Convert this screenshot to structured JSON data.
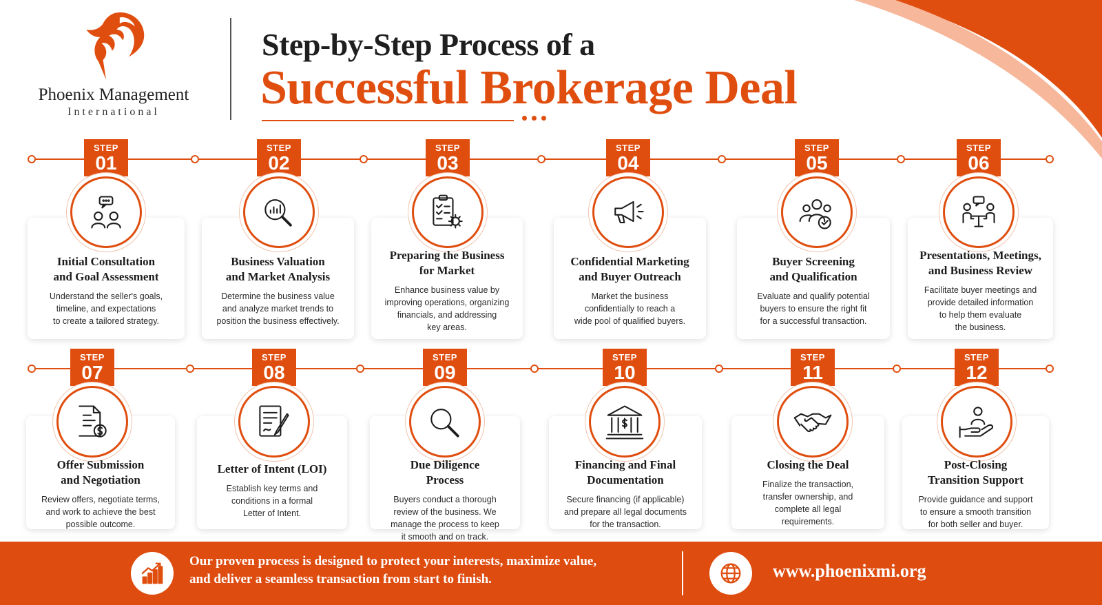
{
  "colors": {
    "accent": "#e04e0f",
    "text": "#1c1c1c",
    "footer_bg": "#df4c10",
    "white": "#ffffff"
  },
  "logo": {
    "name": "Phoenix Management",
    "subtitle": "International",
    "icon": "phoenix-logo-icon"
  },
  "title": {
    "line1": "Step-by-Step Process of a",
    "line2": "Successful Brokerage Deal"
  },
  "steps": [
    {
      "label": "STEP",
      "number": "01",
      "icon": "consultation-icon",
      "title": "Initial Consultation\nand Goal Assessment",
      "description": "Understand the seller's goals,\ntimeline, and expectations\nto create a tailored strategy."
    },
    {
      "label": "STEP",
      "number": "02",
      "icon": "analysis-magnifier-icon",
      "title": "Business Valuation\nand Market Analysis",
      "description": "Determine the business value\nand analyze market trends to\nposition the business effectively."
    },
    {
      "label": "STEP",
      "number": "03",
      "icon": "checklist-gear-icon",
      "title": "Preparing the Business\nfor Market",
      "description": "Enhance business value by\nimproving operations, organizing\nfinancials, and addressing\nkey areas."
    },
    {
      "label": "STEP",
      "number": "04",
      "icon": "megaphone-icon",
      "title": "Confidential Marketing\nand Buyer Outreach",
      "description": "Market the business\nconfidentially to reach a\nwide pool of qualified buyers."
    },
    {
      "label": "STEP",
      "number": "05",
      "icon": "buyer-group-check-icon",
      "title": "Buyer Screening\nand Qualification",
      "description": "Evaluate and qualify potential\nbuyers to ensure the right fit\nfor a successful transaction."
    },
    {
      "label": "STEP",
      "number": "06",
      "icon": "meeting-icon",
      "title": "Presentations, Meetings,\nand Business Review",
      "description": "Facilitate buyer meetings and\nprovide detailed information\nto help them evaluate\nthe business."
    },
    {
      "label": "STEP",
      "number": "07",
      "icon": "offer-document-icon",
      "title": "Offer Submission\nand Negotiation",
      "description": "Review offers, negotiate terms,\nand work to achieve the best\npossible outcome."
    },
    {
      "label": "STEP",
      "number": "08",
      "icon": "letter-pen-icon",
      "title": "Letter of Intent (LOI)",
      "description": "Establish key terms and\nconditions in a formal\nLetter of Intent."
    },
    {
      "label": "STEP",
      "number": "09",
      "icon": "magnifier-icon",
      "title": "Due Diligence\nProcess",
      "description": "Buyers conduct a thorough\nreview of the business. We\nmanage the process to keep\nit smooth and on track."
    },
    {
      "label": "STEP",
      "number": "10",
      "icon": "bank-icon",
      "title": "Financing and Final\nDocumentation",
      "description": "Secure financing (if applicable)\nand prepare all legal documents\nfor the transaction."
    },
    {
      "label": "STEP",
      "number": "11",
      "icon": "handshake-icon",
      "title": "Closing the Deal",
      "description": "Finalize the transaction,\ntransfer ownership, and\ncomplete all legal\nrequirements."
    },
    {
      "label": "STEP",
      "number": "12",
      "icon": "support-hand-icon",
      "title": "Post-Closing\nTransition Support",
      "description": "Provide guidance and support\nto ensure a smooth transition\nfor both seller and buyer."
    }
  ],
  "footer": {
    "icon": "growth-chart-icon",
    "text": "Our proven process is designed to protect your interests, maximize value,\nand deliver a seamless transaction from start to finish.",
    "url_icon": "globe-icon",
    "url": "www.phoenixmi.org"
  }
}
